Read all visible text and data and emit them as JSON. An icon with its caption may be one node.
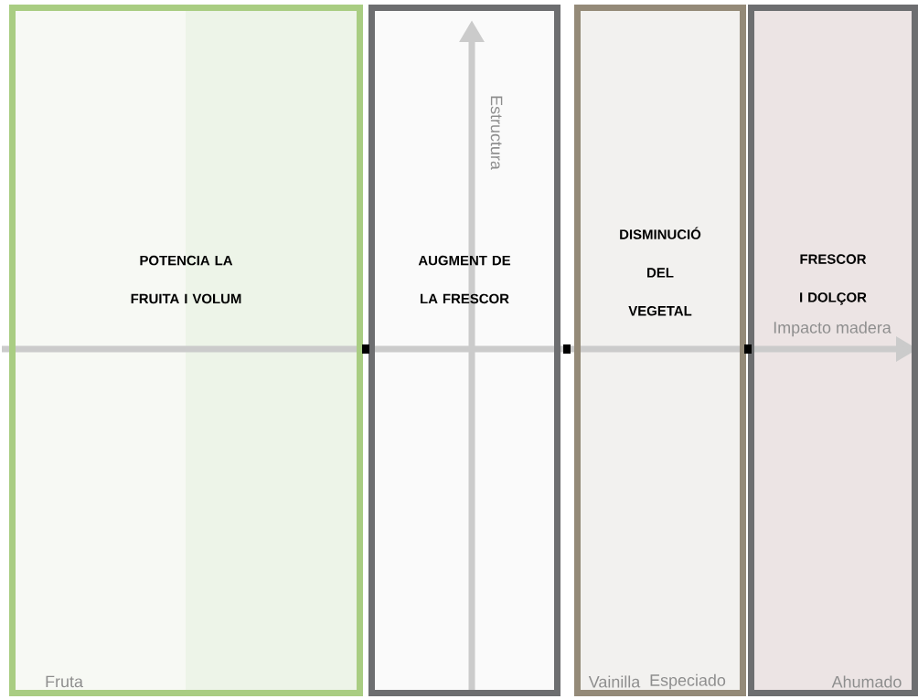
{
  "diagram": {
    "nodes": [
      {
        "text": [
          "POTENCIA LA FRUITA I VOLUM"
        ]
      },
      {
        "text": [
          "AUGMENT DE LA FRESCOR"
        ]
      },
      {
        "text": [
          "DISMINUCIÓ DEL VEGETAL"
        ]
      },
      {
        "text": [
          "FRESCOR I DOLÇOR"
        ]
      }
    ],
    "labels": [
      "Estructura",
      "Impacto madera",
      "Fruta",
      "Vainilla",
      "Especiado",
      "Ahumado"
    ]
  }
}
